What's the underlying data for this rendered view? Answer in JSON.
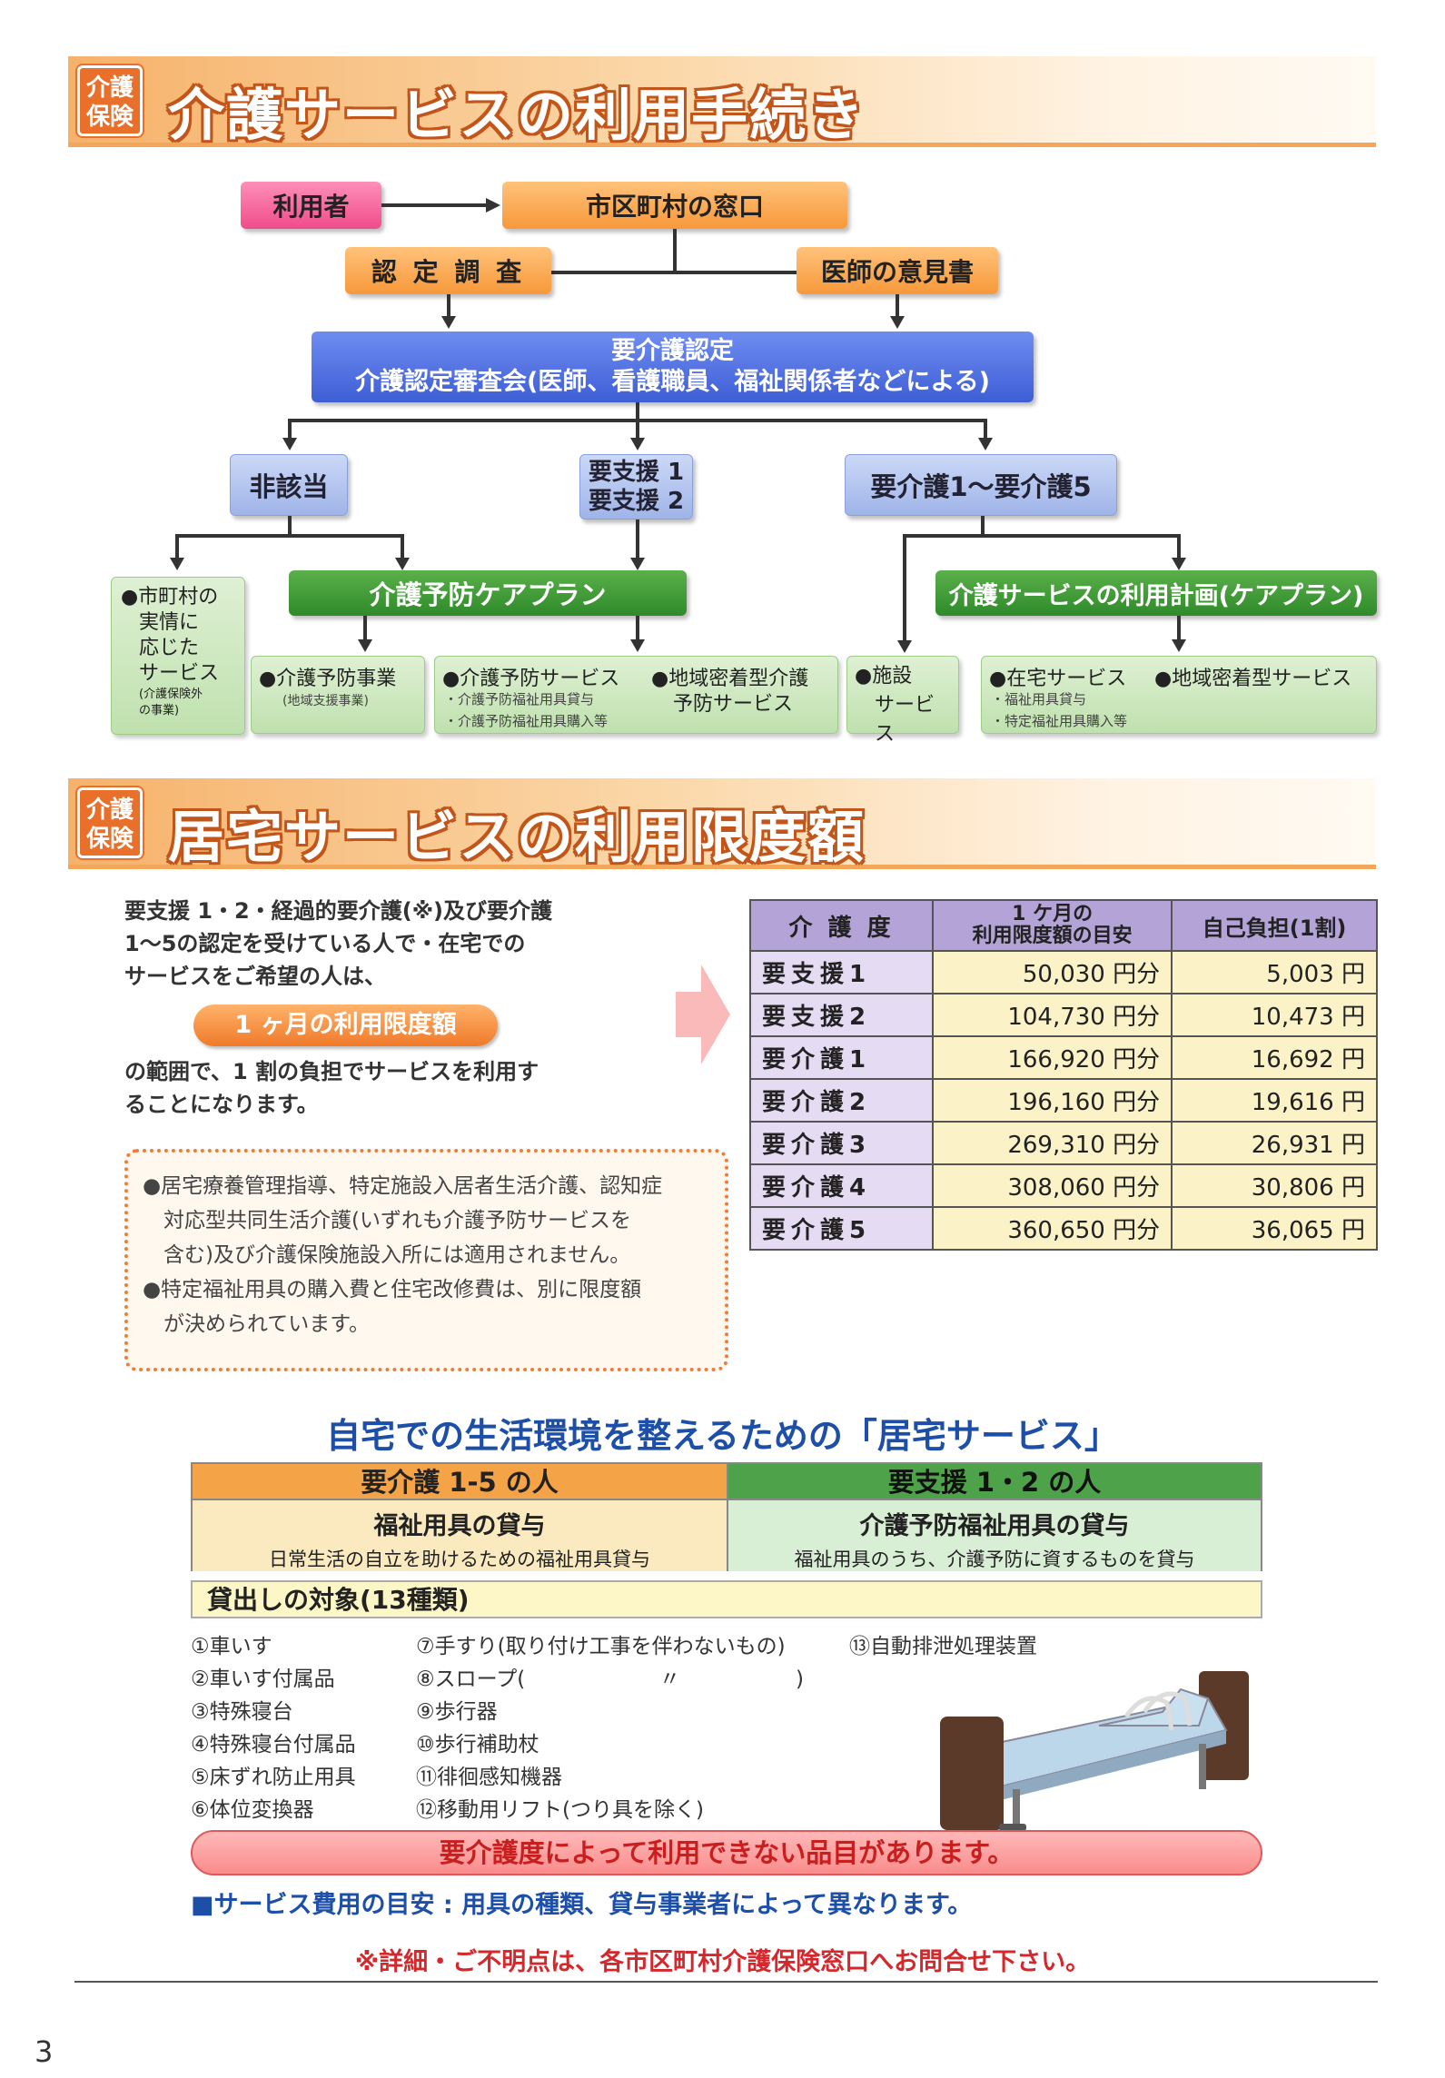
{
  "section1": {
    "badge": [
      "介護",
      "保険"
    ],
    "title": "介護サービスの利用手続き",
    "flow": {
      "user": "利用者",
      "window": "市区町村の窓口",
      "survey": "認 定 調 査",
      "doctor": "医師の意見書",
      "cert_line1": "要介護認定",
      "cert_line2": "介護認定審査会(医師、看護職員、福祉関係者などによる)",
      "not_applicable": "非該当",
      "support_line1": "要支援 1",
      "support_line2": "要支援 2",
      "care_levels": "要介護1〜要介護5",
      "prevent_plan": "介護予防ケアプラン",
      "care_plan": "介護サービスの利用計画(ケアプラン)",
      "municipal_line1": "●市町村の",
      "municipal_line2": "実情に",
      "municipal_line3": "応じた",
      "municipal_line4": "サービス",
      "municipal_line5": "(介護保険外",
      "municipal_line6": "の事業)",
      "prevent_project": "●介護予防事業",
      "prevent_project_sub": "(地域支援事業)",
      "prevent_service": "●介護予防サービス",
      "prevent_service_sub1": "・介護予防福祉用具貸与",
      "prevent_service_sub2": "・介護予防福祉用具購入等",
      "community_prevent_line1": "●地域密着型介護",
      "community_prevent_line2": "予防サービス",
      "facility_line1": "●施設",
      "facility_line2": "サービス",
      "home_service": "●在宅サービス",
      "home_service_sub1": "・福祉用具貸与",
      "home_service_sub2": "・特定福祉用具購入等",
      "community_service": "●地域密着型サービス"
    }
  },
  "section2": {
    "badge": [
      "介護",
      "保険"
    ],
    "title": "居宅サービスの利用限度額",
    "intro_line1": "要支援 1・2・経過的要介護(※)及び要介護",
    "intro_line2": "1〜5の認定を受けている人で・在宅での",
    "intro_line3": "サービスをご希望の人は、",
    "pill": "1 ヶ月の利用限度額",
    "after_line1": "の範囲で、1 割の負担でサービスを利用す",
    "after_line2": "ることになります。",
    "note_line1": "●居宅療養管理指導、特定施設入居者生活介護、認知症",
    "note_line2": "対応型共同生活介護(いずれも介護予防サービスを",
    "note_line3": "含む)及び介護保険施設入所には適用されません。",
    "note_line4": "●特定福祉用具の購入費と住宅改修費は、別に限度額",
    "note_line5": "が決められています。",
    "table": {
      "col1": "介 護 度",
      "col2_line1": "1 ケ月の",
      "col2_line2": "利用限度額の目安",
      "col3": "自己負担(1割)",
      "rows": [
        {
          "level": "要支援1",
          "limit": "50,030 円分",
          "copay": "5,003 円"
        },
        {
          "level": "要支援2",
          "limit": "104,730 円分",
          "copay": "10,473 円"
        },
        {
          "level": "要介護1",
          "limit": "166,920 円分",
          "copay": "16,692 円"
        },
        {
          "level": "要介護2",
          "limit": "196,160 円分",
          "copay": "19,616 円"
        },
        {
          "level": "要介護3",
          "limit": "269,310 円分",
          "copay": "26,931 円"
        },
        {
          "level": "要介護4",
          "limit": "308,060 円分",
          "copay": "30,806 円"
        },
        {
          "level": "要介護5",
          "limit": "360,650 円分",
          "copay": "36,065 円"
        }
      ]
    }
  },
  "section3": {
    "heading": "自宅での生活環境を整えるための「居宅サービス」",
    "left_head": "要介護 1-5 の人",
    "left_title": "福祉用具の貸与",
    "left_desc": "日常生活の自立を助けるための福祉用具貸与",
    "right_head": "要支援 1・2 の人",
    "right_title": "介護予防福祉用具の貸与",
    "right_desc": "福祉用具のうち、介護予防に資するものを貸与",
    "items_title": "貸出しの対象(13種類)",
    "items_col1": [
      "①車いす",
      "②車いす付属品",
      "③特殊寝台",
      "④特殊寝台付属品",
      "⑤床ずれ防止用具",
      "⑥体位変換器"
    ],
    "items_col2": [
      "⑦手すり(取り付け工事を伴わないもの)",
      "⑧スロープ(",
      "⑨歩行器",
      "⑩歩行補助杖",
      "⑪徘徊感知機器",
      "⑫移動用リフト(つり具を除く)"
    ],
    "items_col2_ditto": "〃",
    "items_col2_close": ")",
    "items_col3": [
      "⑬自動排泄処理装置"
    ],
    "warning": "要介護度によって利用できない品目があります。",
    "cost_note": "■サービス費用の目安 : 用具の種類、貸与事業者によって異なります。",
    "footer_note": "※詳細・ご不明点は、各市区町村介護保険窓口へお問合せ下さい。"
  },
  "page_number": "3"
}
